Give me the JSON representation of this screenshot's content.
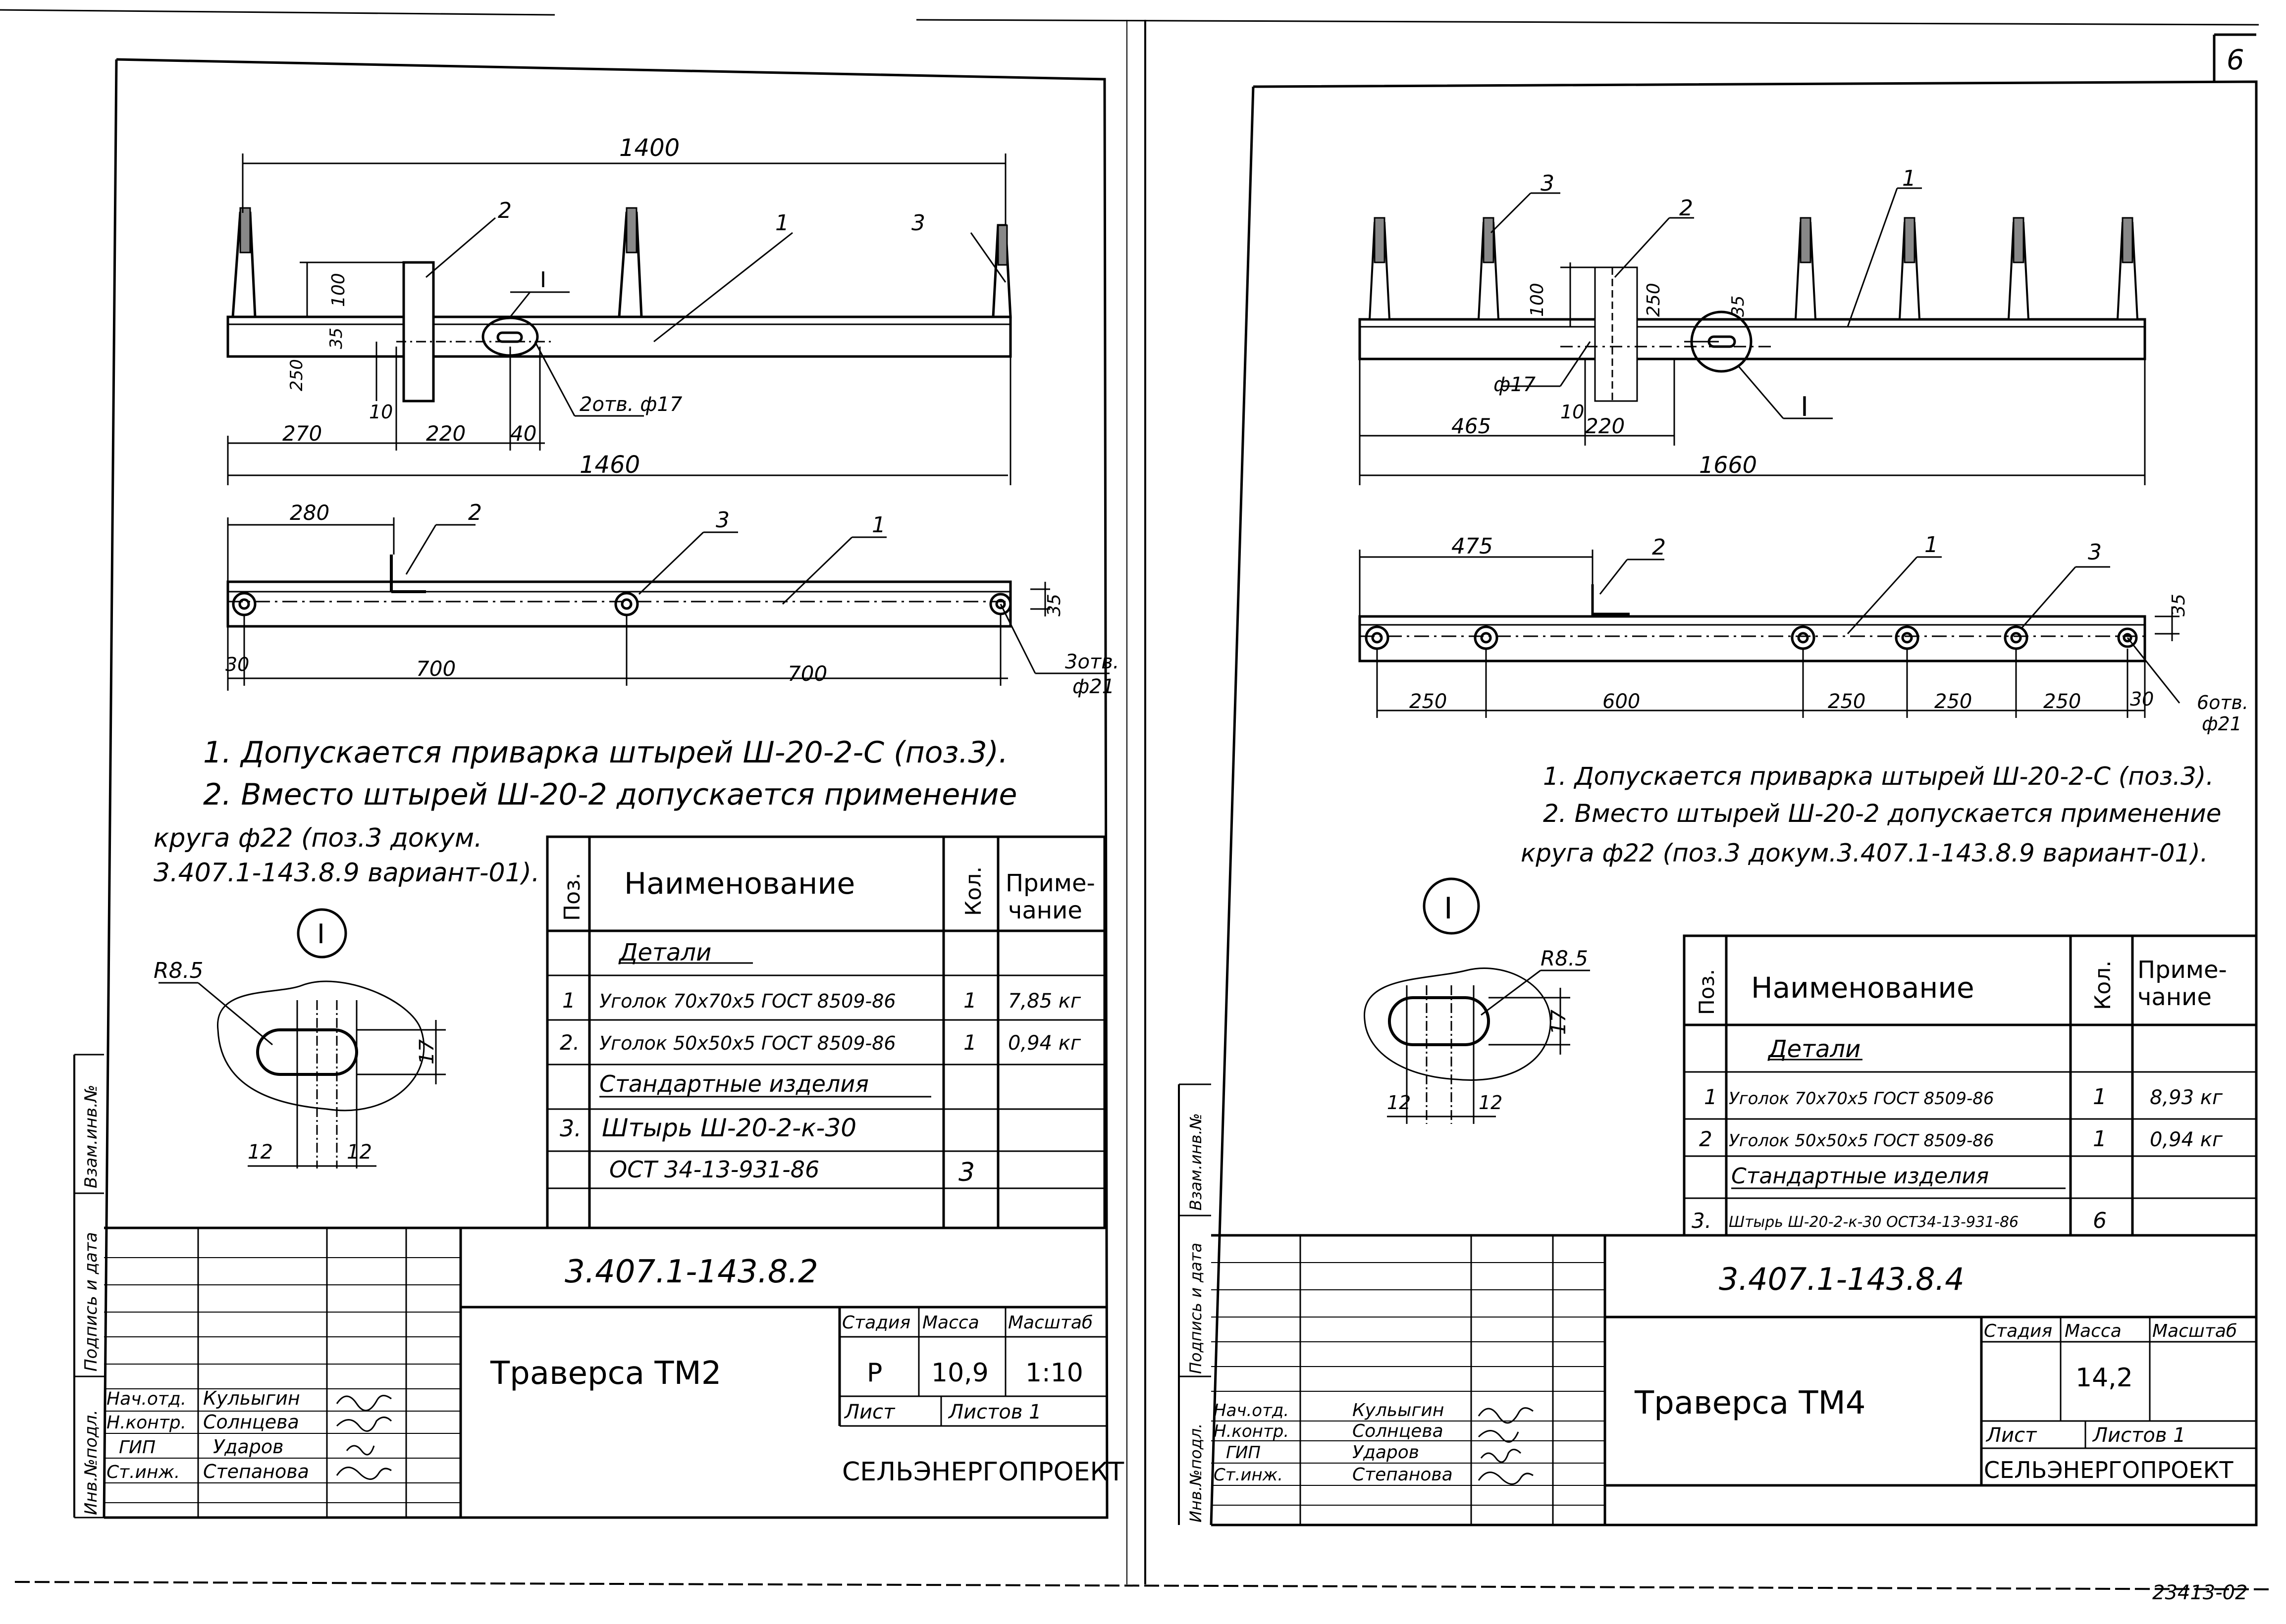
{
  "left": {
    "dims_top": {
      "overall": "1400",
      "h100": "100",
      "h35": "35",
      "h250": "250",
      "d10": "10",
      "d270": "270",
      "d220": "220",
      "d40": "40",
      "total": "1460",
      "holes": "2отв. ф17",
      "pos1": "1",
      "pos2": "2",
      "pos3": "3",
      "detail": "I"
    },
    "dims_bottom": {
      "d280": "280",
      "d30": "30",
      "d700a": "700",
      "d700b": "700",
      "h35": "35",
      "holes_a": "3отв.",
      "holes_b": "ф21",
      "pos1": "1",
      "pos2": "2",
      "pos3": "3"
    },
    "notes": [
      "1. Допускается приварка штырей Ш-20-2-С (поз.3).",
      "2. Вместо штырей Ш-20-2 допускается применение",
      "круга ф22 (поз.3 докум.",
      "3.407.1-143.8.9 вариант-01)."
    ],
    "detail": {
      "mark": "I",
      "radius": "R8.5",
      "h17": "17",
      "w12a": "12",
      "w12b": "12"
    },
    "spec": {
      "headers": [
        "Поз.",
        "Наименование",
        "Кол.",
        "Приме-",
        "чание"
      ],
      "rows": [
        {
          "pos": "",
          "name": "Детали",
          "qty": "",
          "note": ""
        },
        {
          "pos": "1",
          "name": "Уголок 70х70х5 ГОСТ 8509-86",
          "qty": "1",
          "note": "7,85 кг"
        },
        {
          "pos": "2.",
          "name": "Уголок 50х50х5 ГОСТ 8509-86",
          "qty": "1",
          "note": "0,94 кг"
        },
        {
          "pos": "",
          "name": "Стандартные изделия",
          "qty": "",
          "note": ""
        },
        {
          "pos": "3.",
          "name": "Штырь Ш-20-2-к-30",
          "qty": "",
          "note": ""
        },
        {
          "pos": "",
          "name": "ОСТ 34-13-931-86",
          "qty": "3",
          "note": ""
        }
      ]
    },
    "title_block": {
      "doc_code": "3.407.1-143.8.2",
      "title": "Траверса ТМ2",
      "stage_h": "Стадия",
      "mass_h": "Масса",
      "scale_h": "Масштаб",
      "stage": "Р",
      "mass": "10,9",
      "scale": "1:10",
      "sheet_h": "Лист",
      "sheets_h": "Листов 1",
      "org": "СЕЛЬЭНЕРГОПРОЕКТ",
      "roles": [
        "Нач.отд.",
        "Н.контр.",
        "ГИП",
        "Ст.инж."
      ],
      "names": [
        "Кульыгин",
        "Солнцева",
        "Ударов",
        "Степанова"
      ]
    },
    "side_labels": [
      "Инв.№подл.",
      "Подпись и дата",
      "Взам.инв.№"
    ]
  },
  "right": {
    "page_no": "6",
    "dims_top": {
      "h100": "100",
      "h250": "250",
      "h35": "35",
      "hole": "ф17",
      "d10": "10",
      "d465": "465",
      "d220": "220",
      "total": "1660",
      "pos1": "1",
      "pos2": "2",
      "pos3": "3",
      "detail": "I"
    },
    "dims_bottom": {
      "d475": "475",
      "h35": "35",
      "d250a": "250",
      "d600": "600",
      "d250b": "250",
      "d250c": "250",
      "d250d": "250",
      "d30": "30",
      "holes_a": "6отв.",
      "holes_b": "ф21",
      "pos1": "1",
      "pos2": "2",
      "pos3": "3"
    },
    "notes": [
      "1. Допускается приварка штырей Ш-20-2-С (поз.3).",
      "2. Вместо штырей Ш-20-2 допускается применение",
      "круга ф22 (поз.3 докум.3.407.1-143.8.9 вариант-01)."
    ],
    "detail": {
      "mark": "I",
      "radius": "R8.5",
      "h17": "17",
      "w12a": "12",
      "w12b": "12"
    },
    "spec": {
      "headers": [
        "Поз.",
        "Наименование",
        "Кол.",
        "Приме-",
        "чание"
      ],
      "rows": [
        {
          "pos": "",
          "name": "Детали",
          "qty": "",
          "note": ""
        },
        {
          "pos": "1",
          "name": "Уголок 70х70х5 ГОСТ 8509-86",
          "qty": "1",
          "note": "8,93 кг"
        },
        {
          "pos": "2",
          "name": "Уголок 50х50х5 ГОСТ 8509-86",
          "qty": "1",
          "note": "0,94 кг"
        },
        {
          "pos": "",
          "name": "Стандартные изделия",
          "qty": "",
          "note": ""
        },
        {
          "pos": "3.",
          "name": "Штырь Ш-20-2-к-30 ОСТ34-13-931-86",
          "qty": "6",
          "note": ""
        }
      ]
    },
    "title_block": {
      "doc_code": "3.407.1-143.8.4",
      "title": "Траверса ТМ4",
      "stage_h": "Стадия",
      "mass_h": "Масса",
      "scale_h": "Масштаб",
      "stage": "",
      "mass": "14,2",
      "scale": "",
      "sheet_h": "Лист",
      "sheets_h": "Листов 1",
      "org": "СЕЛЬЭНЕРГОПРОЕКТ",
      "roles": [
        "Нач.отд.",
        "Н.контр.",
        "ГИП",
        "Ст.инж."
      ],
      "names": [
        "Кульыгин",
        "Солнцева",
        "Ударов",
        "Степанова"
      ]
    },
    "side_labels": [
      "Инв.№подл.",
      "Подпись и дата",
      "Взам.инв.№"
    ]
  },
  "archive_no": "23413-02"
}
